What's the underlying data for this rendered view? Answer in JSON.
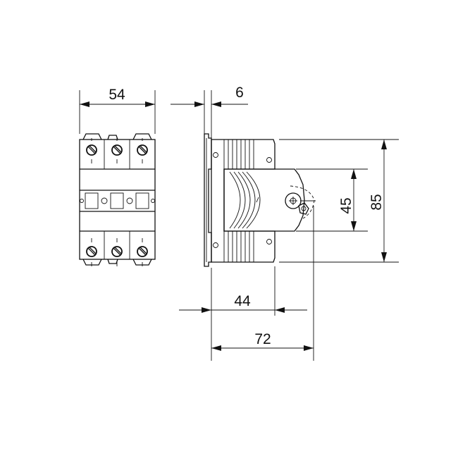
{
  "dimensions": {
    "front_width": "54",
    "rail_offset": "6",
    "handle_height": "45",
    "total_height": "85",
    "depth_to_face": "44",
    "total_depth": "72"
  },
  "colors": {
    "line": "#111111",
    "background": "#ffffff"
  }
}
